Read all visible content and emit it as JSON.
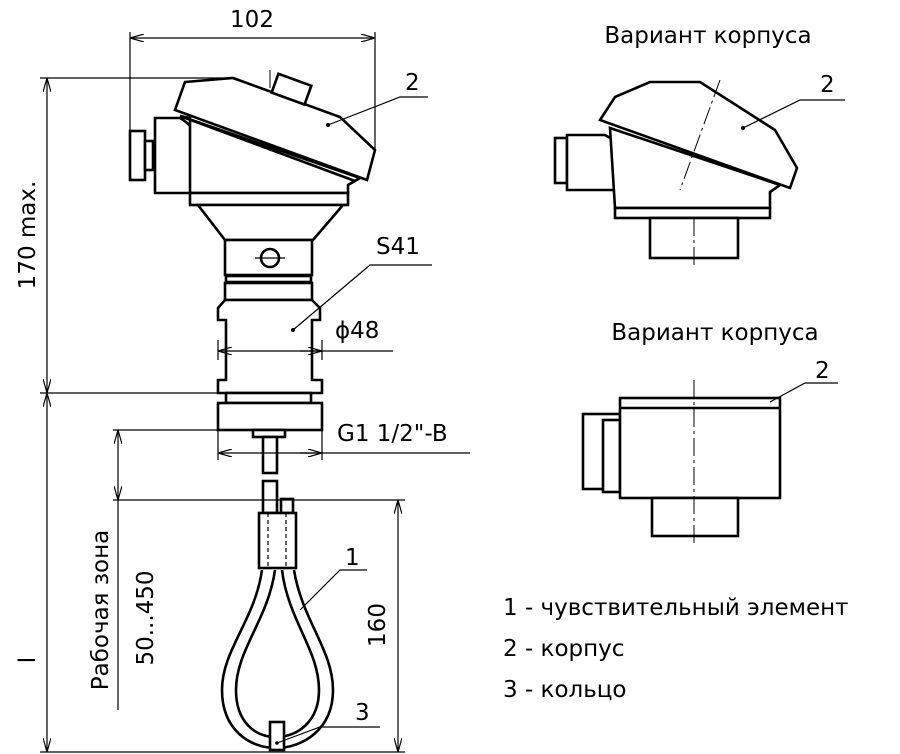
{
  "main_view": {
    "dim_width": "102",
    "dim_height": "170 max.",
    "dim_hex": "S41",
    "dim_diameter": "ϕ48",
    "dim_thread": "G1 1/2\"-B",
    "dim_working_zone_label": "Рабочая зона",
    "dim_working_zone_range": "50...450",
    "dim_loop": "160",
    "dim_length": "l",
    "callout_1": "1",
    "callout_2": "2",
    "callout_3": "3"
  },
  "variant_1": {
    "title": "Вариант корпуса",
    "callout": "2"
  },
  "variant_2": {
    "title": "Вариант корпуса",
    "callout": "2"
  },
  "legend": [
    "1 - чувствительный элемент",
    "2 - корпус",
    "3 - кольцо"
  ]
}
